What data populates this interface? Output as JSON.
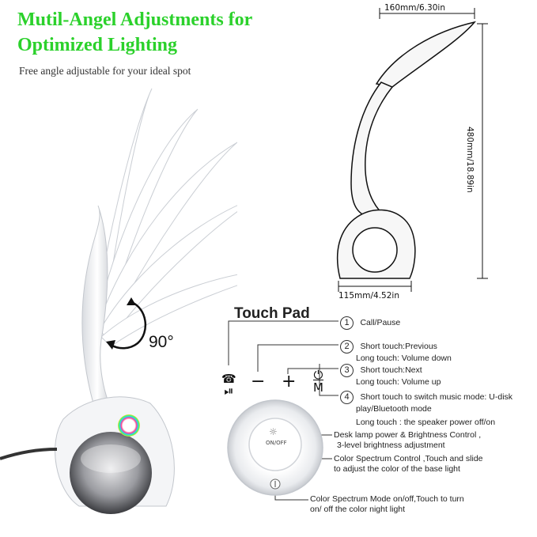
{
  "header": {
    "title_line1": "Mutil-Angel Adjustments for",
    "title_line2": "Optimized Lighting",
    "subtitle": "Free angle adjustable for your ideal spot",
    "title_color": "#2bd12b"
  },
  "dimensions": {
    "width": "160mm/6.30in",
    "height": "480mm/18.89in",
    "base": "115mm/4.52in"
  },
  "angle": {
    "label": "90°"
  },
  "touch_pad": {
    "title": "Touch Pad",
    "items": [
      {
        "number": "1",
        "lines": [
          "Call/Pause"
        ]
      },
      {
        "number": "2",
        "lines": [
          "Short touch:Previous",
          "Long  touch: Volume down"
        ]
      },
      {
        "number": "3",
        "lines": [
          "Short touch:Next",
          "Long touch: Volume up"
        ]
      },
      {
        "number": "4",
        "lines": [
          "Short touch to  switch music mode: U-disk",
          "play/Bluetooth mode",
          "Long touch : the speaker power off/on"
        ]
      }
    ],
    "base_items": [
      {
        "lines": [
          "Desk lamp power & Brightness Control ,",
          "3-level brightness adjustment"
        ]
      },
      {
        "lines": [
          "Color Spectrum Control ,Touch and  slide",
          "to adjust the color of the base light"
        ]
      },
      {
        "lines": [
          "Color Spectrum Mode on/off,Touch to turn",
          "on/ off the color night light"
        ]
      }
    ],
    "button_icons": [
      "phone-play-pause-icon",
      "minus-icon",
      "plus-icon",
      "power-mode-icon"
    ],
    "onoff_label": "ON/OFF"
  }
}
